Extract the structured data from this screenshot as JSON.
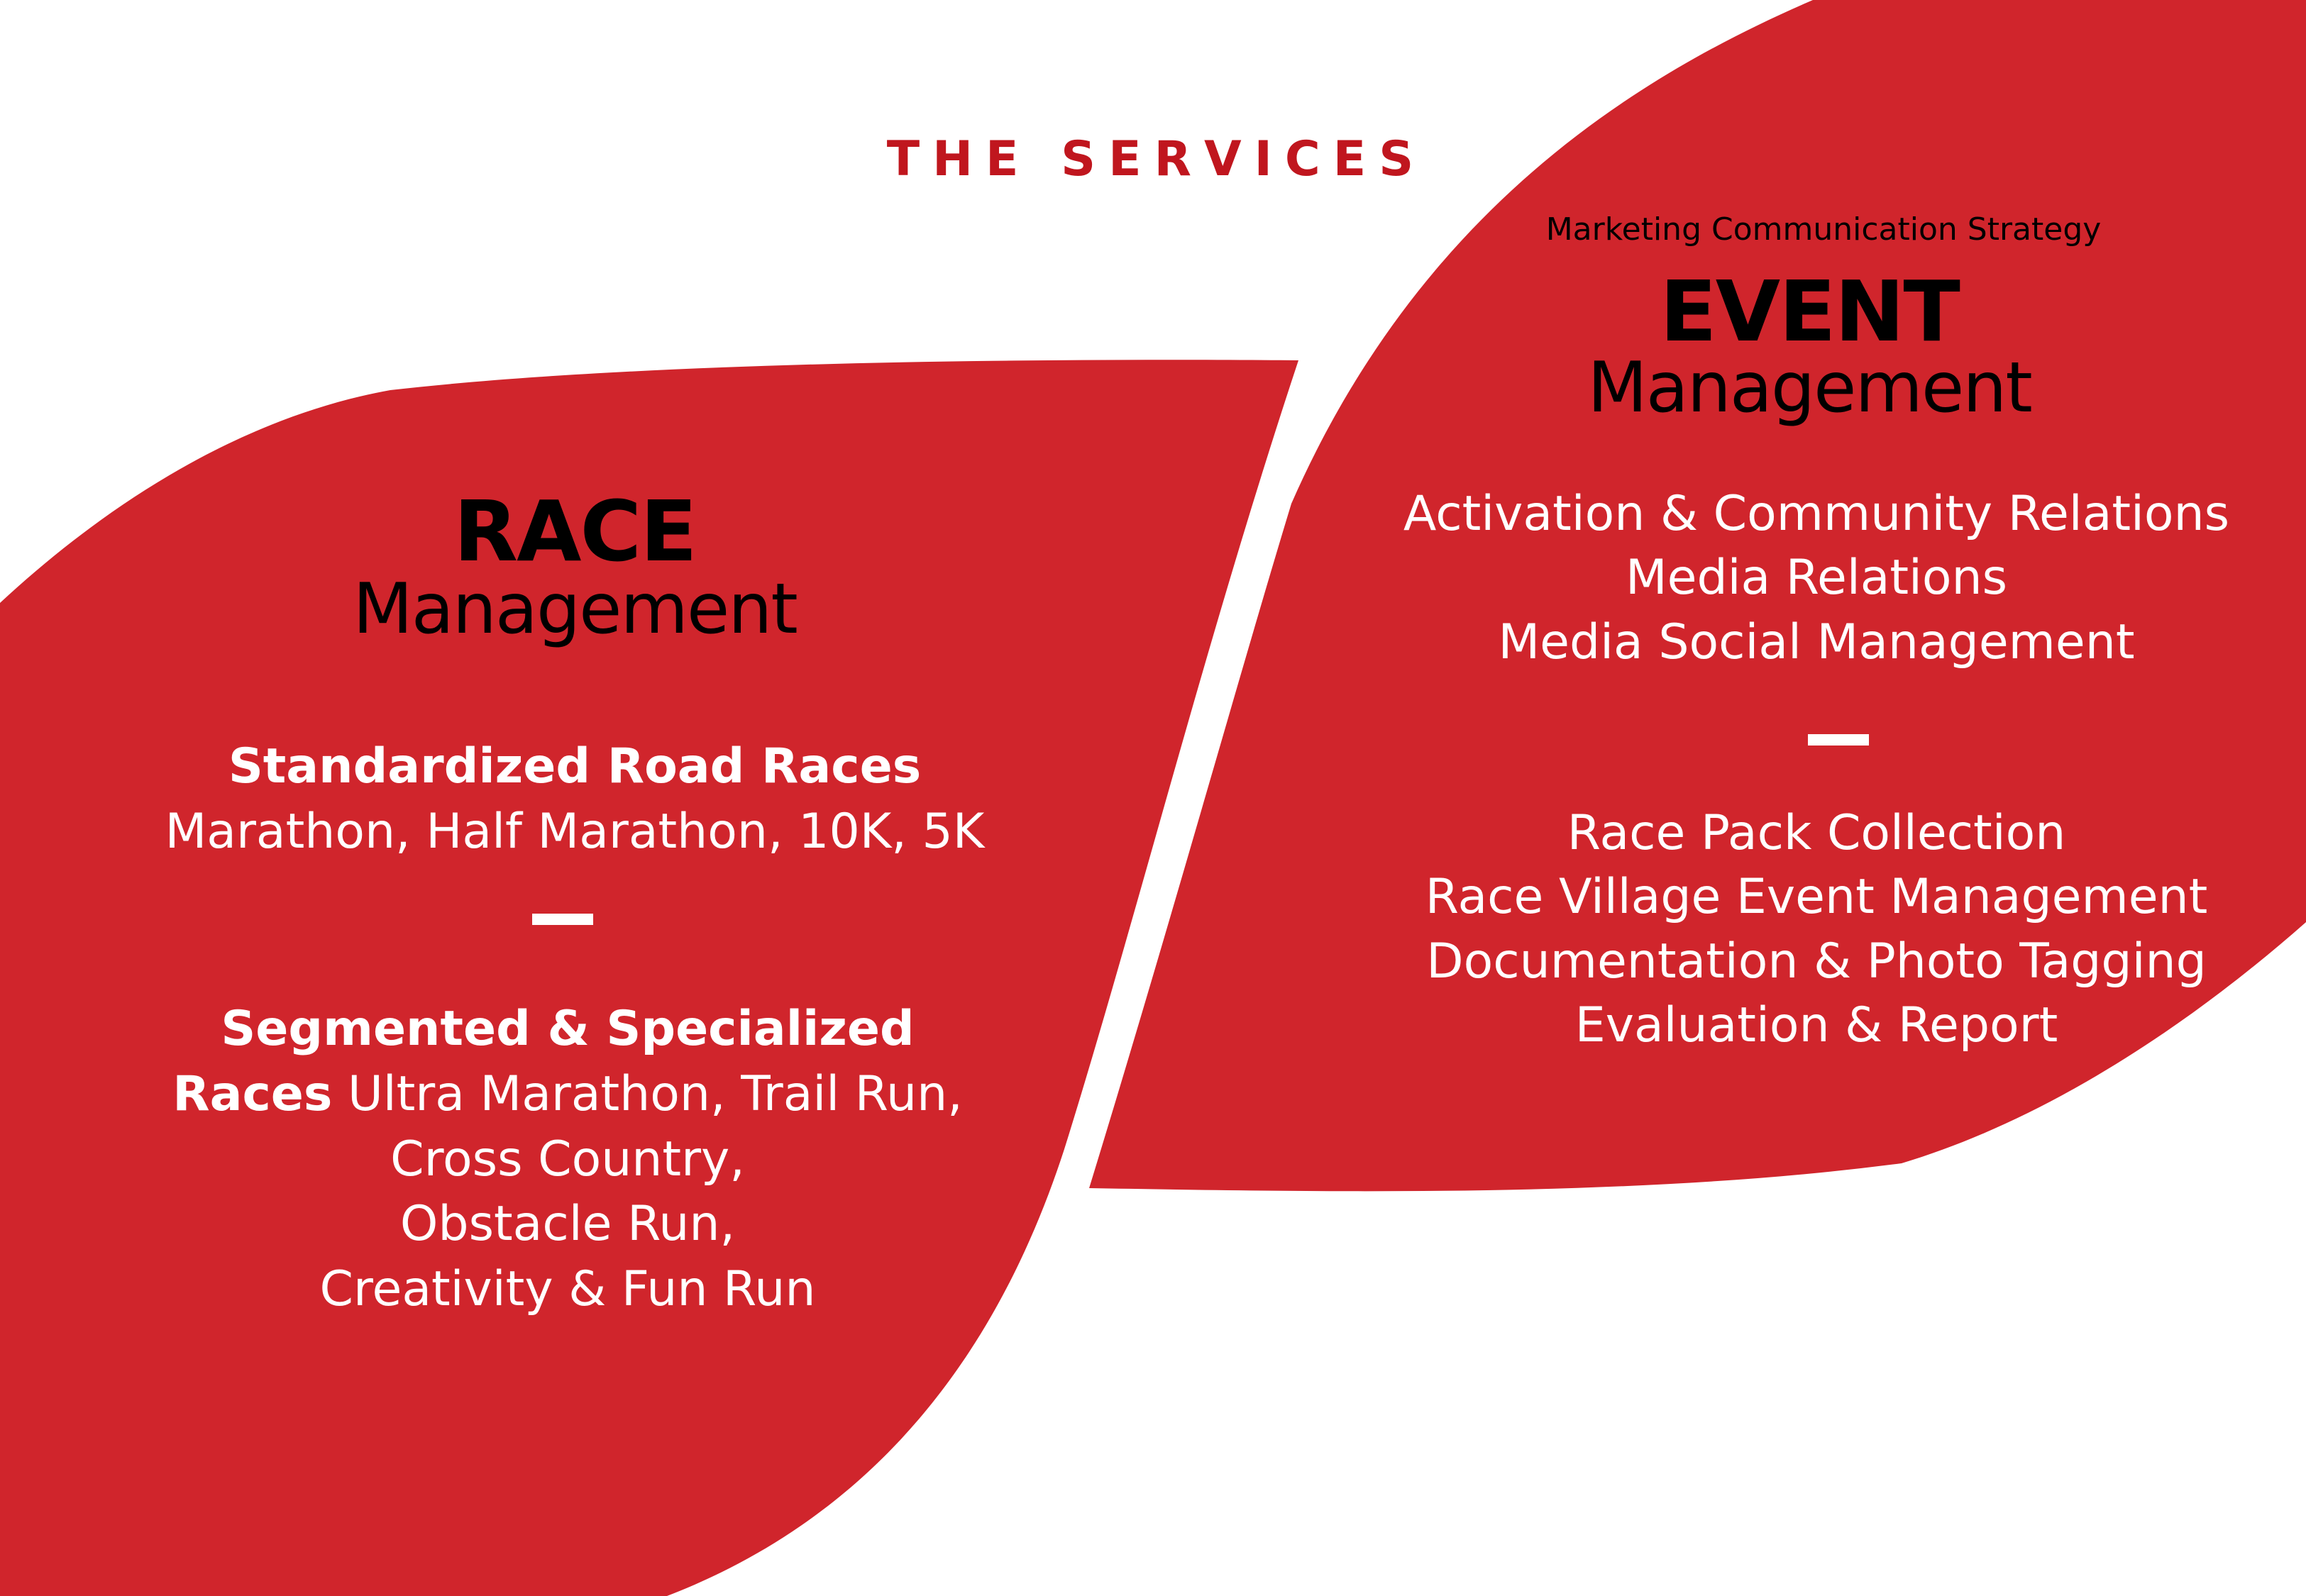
{
  "page": {
    "title": "THE SERVICES"
  },
  "colors": {
    "accent_red": "#d0252c",
    "title_red": "#c0161e",
    "text_dark": "#000000",
    "text_light": "#ffffff"
  },
  "race": {
    "title": "RACE",
    "subtitle": "Management",
    "road_heading": "Standardized Road Races",
    "road_items": "Marathon, Half Marathon, 10K, 5K",
    "divider": "—",
    "segmented_heading_line1": "Segmented & Specialized",
    "segmented_heading_line2": "Races",
    "segmented_items": [
      " Ultra Marathon, Trail Run,",
      "Cross Country,",
      "Obstacle Run,",
      "Creativity & Fun Run"
    ]
  },
  "event": {
    "tagline": "Marketing Communication Strategy",
    "title": "EVENT",
    "subtitle": "Management",
    "services_1": [
      "Activation & Community Relations",
      "Media Relations",
      "Media Social Management"
    ],
    "divider": "—",
    "services_2": [
      "Race Pack Collection",
      "Race Village Event Management",
      "Documentation & Photo Tagging",
      "Evaluation & Report"
    ]
  }
}
